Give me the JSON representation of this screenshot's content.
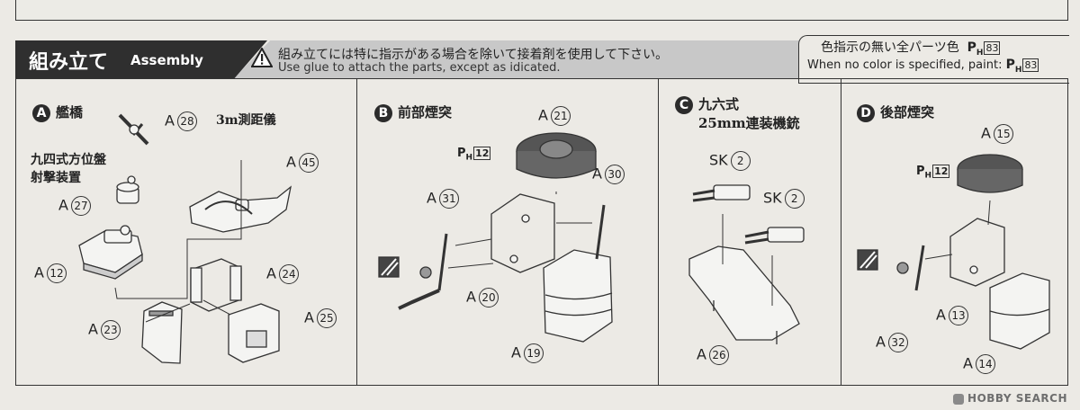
{
  "header": {
    "title_jp": "組み立て",
    "title_en": "Assembly",
    "warning_jp": "組み立てには特に指示がある場合を除いて接着剤を使用して下さい。",
    "warning_en": "Use glue to attach the parts, except as idicated.",
    "color_note_jp": "色指示の無い全パーツ色",
    "color_note_en": "When no color is specified, paint:",
    "color_code": "83"
  },
  "panels": {
    "a": {
      "badge": "A",
      "title": "艦橋",
      "note1": "3m測距儀",
      "note2a": "九四式方位盤",
      "note2b": "射撃装置",
      "callouts": [
        {
          "l": "A",
          "n": "28"
        },
        {
          "l": "A",
          "n": "27"
        },
        {
          "l": "A",
          "n": "12"
        },
        {
          "l": "A",
          "n": "45"
        },
        {
          "l": "A",
          "n": "24"
        },
        {
          "l": "A",
          "n": "23"
        },
        {
          "l": "A",
          "n": "25"
        }
      ]
    },
    "b": {
      "badge": "B",
      "title": "前部煙突",
      "paint": "12",
      "callouts": [
        {
          "l": "A",
          "n": "21"
        },
        {
          "l": "A",
          "n": "30"
        },
        {
          "l": "A",
          "n": "31"
        },
        {
          "l": "A",
          "n": "20"
        },
        {
          "l": "A",
          "n": "19"
        }
      ]
    },
    "c": {
      "badge": "C",
      "title1": "九六式",
      "title2": "25mm連装機銃",
      "callouts": [
        {
          "l": "SK",
          "n": "2"
        },
        {
          "l": "SK",
          "n": "2"
        },
        {
          "l": "A",
          "n": "26"
        }
      ]
    },
    "d": {
      "badge": "D",
      "title": "後部煙突",
      "paint": "12",
      "callouts": [
        {
          "l": "A",
          "n": "15"
        },
        {
          "l": "A",
          "n": "13"
        },
        {
          "l": "A",
          "n": "32"
        },
        {
          "l": "A",
          "n": "14"
        }
      ]
    }
  },
  "watermark": "HOBBY SEARCH",
  "colors": {
    "header_dark": "#2f2f2f",
    "header_gray": "#c8c8c8",
    "paper": "#eceae5"
  }
}
